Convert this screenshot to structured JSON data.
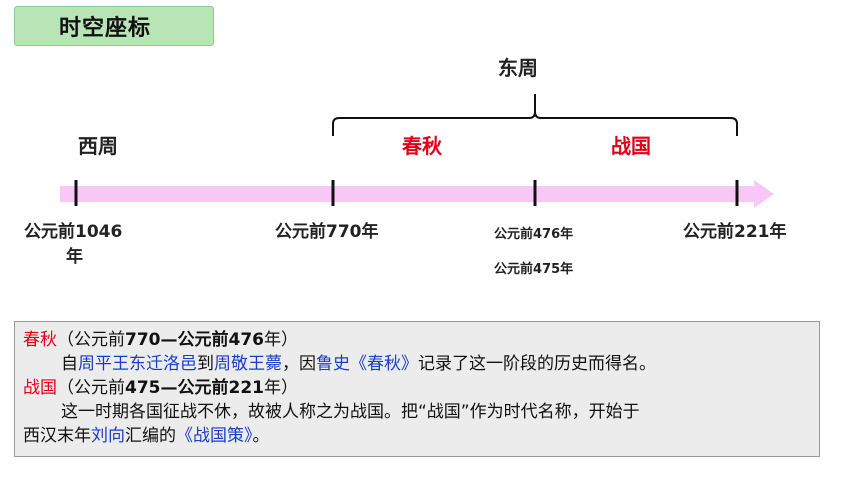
{
  "title": "时空座标",
  "timeline": {
    "dong_zhou": "东周",
    "xi_zhou": "西周",
    "chunqiu": "春秋",
    "zhanguo": "战国",
    "ticks": {
      "t1": [
        "公元前1046",
        "年"
      ],
      "t2": "公元前770年",
      "t3a": "公元前476年",
      "t3b": "公元前475年",
      "t4": "公元前221年"
    },
    "colors": {
      "arrow": "#f9c7f5",
      "accent": "#e0001b",
      "link": "#1a3cc8"
    }
  },
  "notes": {
    "p1": {
      "term": "春秋",
      "range_open": "（公元前",
      "y1": "770",
      "dash": "—公元前",
      "y2": "476",
      "range_close": "年）"
    },
    "p2": {
      "a": "自",
      "event1": "周平王东迁洛邑",
      "b": "到",
      "person1": "周敬王薨",
      "c": "，因",
      "source": "鲁史",
      "book1": "《春秋》",
      "d": "记录了这一阶段的历史而得名。"
    },
    "p3": {
      "term": "战国",
      "range_open": "（公元前",
      "y1": "475",
      "dash": "—公元前",
      "y2": "221",
      "range_close": "年）"
    },
    "p4": {
      "a": "这一时期各国征战不休，故被人称之为战国。把“战国”作为时代名称，开始于"
    },
    "p5": {
      "a": "西汉末年",
      "person": "刘向",
      "b": "汇编的",
      "book": "《战国策》",
      "c": "。"
    }
  }
}
